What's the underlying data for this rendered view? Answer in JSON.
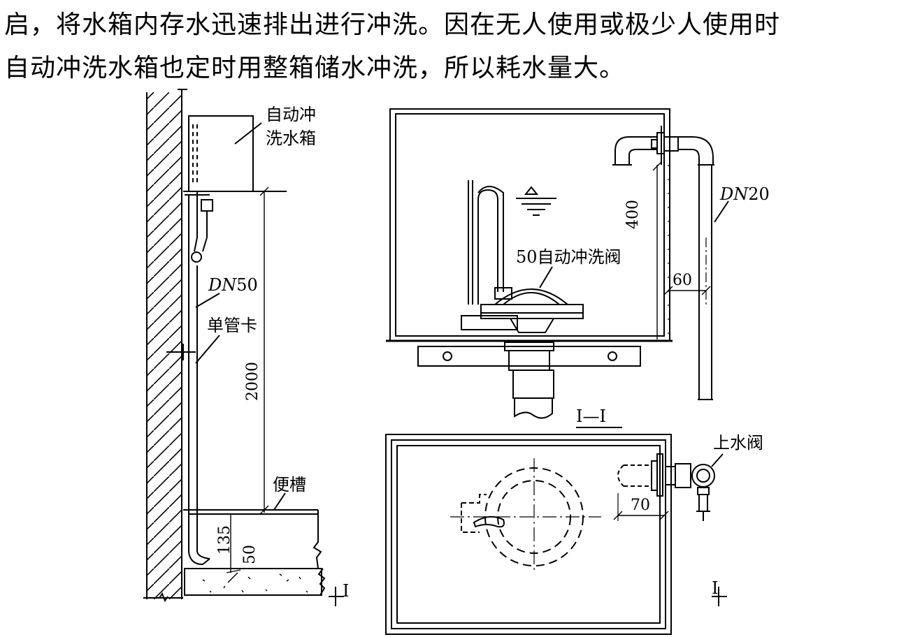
{
  "text": {
    "line1": "启，将水箱内存水迅速排出进行冲洗。因在无人使用或极少人使用时",
    "line2": "自动冲洗水箱也定时用整箱储水冲洗，所以耗水量大。"
  },
  "labels": {
    "tank_line1": "自动冲",
    "tank_line2": "洗水箱",
    "dn50_italic": "DN",
    "dn50_num": "50",
    "pipe_clip": "单管卡",
    "dim_2000": "2000",
    "trough": "便槽",
    "dim_135": "135",
    "dim_50": "50",
    "section_mark": "I",
    "dn20_italic": "DN",
    "dn20_num": "20",
    "dim_400": "400",
    "valve_label": "50自动冲洗阀",
    "dim_60": "60",
    "section_title": "I—I",
    "inlet_valve": "上水阀",
    "dim_70": "70"
  }
}
